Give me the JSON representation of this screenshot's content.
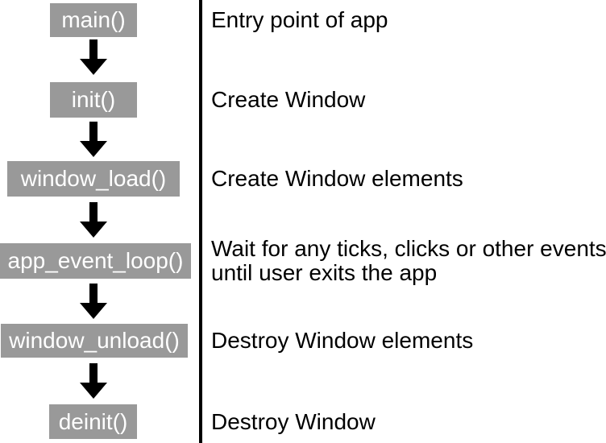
{
  "flowchart": {
    "colors": {
      "box_fill": "#999999",
      "box_text": "#ffffff",
      "arrow": "#000000",
      "divider": "#000000",
      "description_text": "#000000",
      "background": "#ffffff"
    },
    "steps": [
      {
        "function": "main()",
        "description": "Entry point of app"
      },
      {
        "function": "init()",
        "description": "Create Window"
      },
      {
        "function": "window_load()",
        "description": "Create Window elements"
      },
      {
        "function": "app_event_loop()",
        "description": "Wait for any ticks, clicks or other events\nuntil user exits the app"
      },
      {
        "function": "window_unload()",
        "description": "Destroy Window elements"
      },
      {
        "function": "deinit()",
        "description": "Destroy Window"
      }
    ]
  }
}
